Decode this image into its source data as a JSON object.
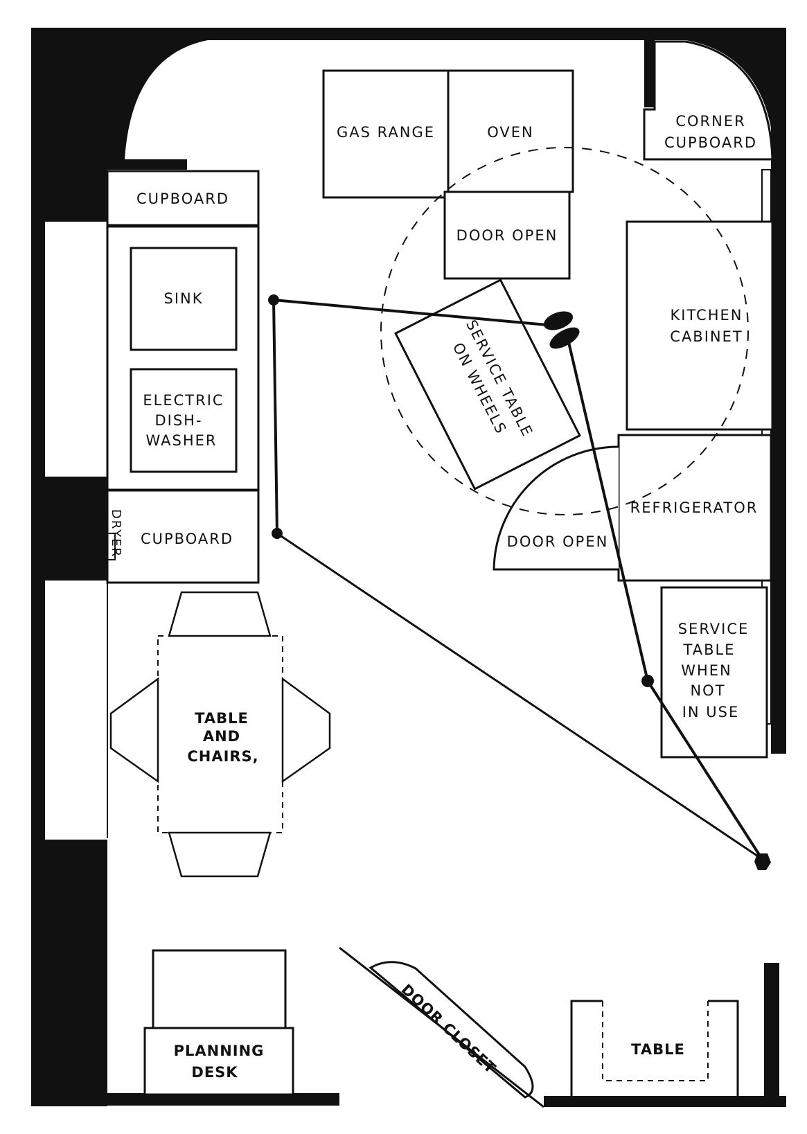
{
  "labels": {
    "gas_range": "GAS RANGE",
    "oven": "OVEN",
    "oven_door_open": "DOOR OPEN",
    "corner_cupboard_1": "CORNER",
    "corner_cupboard_2": "CUPBOARD",
    "cupboard_top": "CUPBOARD",
    "sink": "SINK",
    "dishwasher_1": "ELECTRIC",
    "dishwasher_2": "DISH-",
    "dishwasher_3": "WASHER",
    "dryer": "DRYER",
    "cupboard_lower": "CUPBOARD",
    "kitchen_cabinet_1": "KITCHEN",
    "kitchen_cabinet_2": "CABINET",
    "service_table_wheels_1": "SERVICE TABLE",
    "service_table_wheels_2": "ON WHEELS",
    "refrigerator": "REFRIGERATOR",
    "fridge_door_open": "DOOR OPEN",
    "service_table_storage_1": "SERVICE",
    "service_table_storage_2": "TABLE",
    "service_table_storage_3": "WHEN",
    "service_table_storage_4": "NOT",
    "service_table_storage_5": "IN USE",
    "table_chairs_1": "TABLE",
    "table_chairs_2": "AND",
    "table_chairs_3": "CHAIRS,",
    "planning_desk_1": "PLANNING",
    "planning_desk_2": "DESK",
    "door_closet": "DOOR CLOSET",
    "table": "TABLE"
  }
}
